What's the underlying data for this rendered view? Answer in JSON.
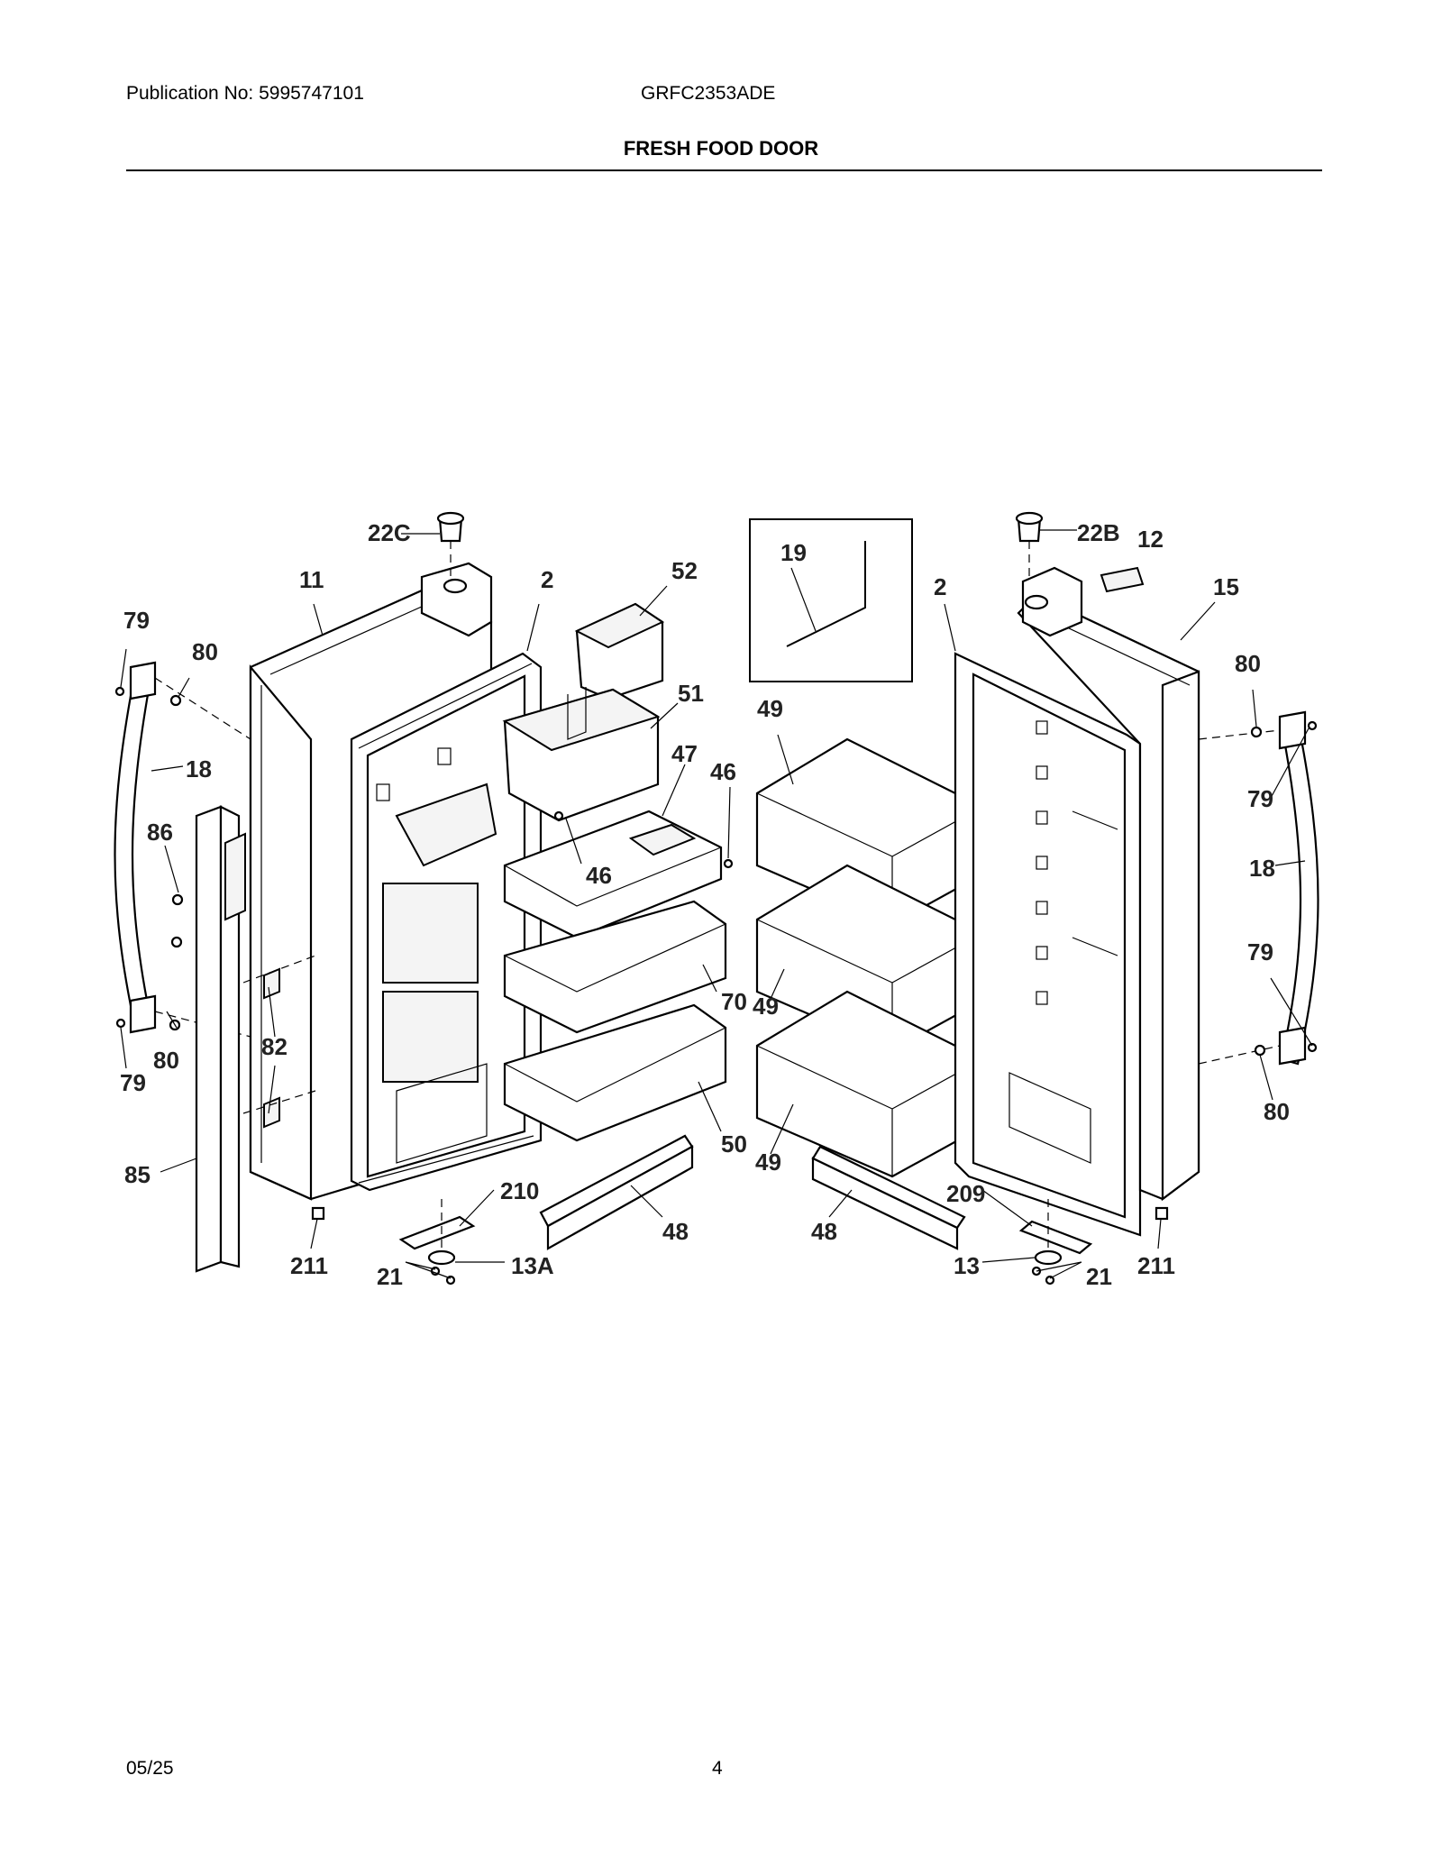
{
  "header": {
    "publication": "Publication No: 5995747101",
    "model": "GRFC2353ADE",
    "title": "FRESH FOOD DOOR"
  },
  "footer": {
    "date": "05/25",
    "page": "4"
  },
  "callouts": [
    "22C",
    "22B",
    "12",
    "11",
    "2",
    "52",
    "19",
    "2",
    "15",
    "79",
    "80",
    "51",
    "49",
    "80",
    "47",
    "46",
    "18",
    "79",
    "86",
    "46",
    "18",
    "79",
    "70",
    "49",
    "80",
    "82",
    "79",
    "80",
    "85",
    "50",
    "49",
    "210",
    "48",
    "48",
    "209",
    "211",
    "21",
    "13A",
    "13",
    "21",
    "211"
  ]
}
